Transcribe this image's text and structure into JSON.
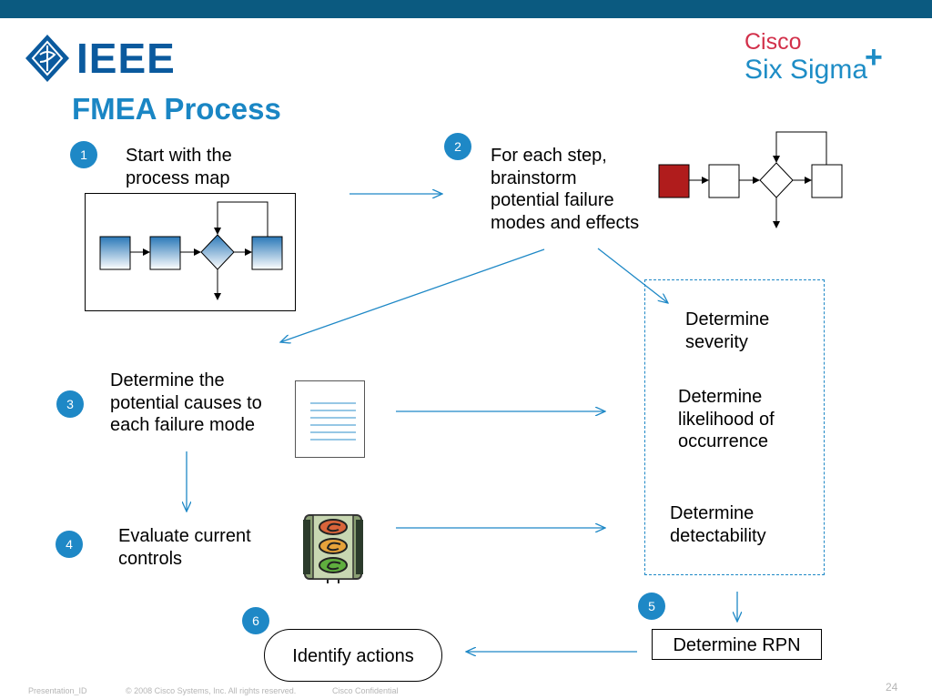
{
  "header": {
    "title": "FMEA Process",
    "logo_left": "IEEE",
    "logo_right_line1": "Cisco",
    "logo_right_line2": "Six Sigma",
    "logo_right_plus": "+"
  },
  "steps": [
    {
      "number": "1",
      "text_lines": [
        "Start with the",
        "process map"
      ]
    },
    {
      "number": "2",
      "text_lines": [
        "For each step,",
        "brainstorm",
        "potential failure",
        "modes and effects"
      ]
    },
    {
      "number": "3",
      "text_lines": [
        "Determine the",
        "potential causes to",
        "each failure mode"
      ]
    },
    {
      "number": "4",
      "text_lines": [
        "Evaluate current",
        "controls"
      ]
    },
    {
      "number": "5",
      "text": "Determine RPN"
    },
    {
      "number": "6",
      "text": "Identify actions"
    }
  ],
  "determine_group": [
    {
      "lines": [
        "Determine",
        "severity"
      ]
    },
    {
      "lines": [
        "Determine",
        "likelihood of",
        "occurrence"
      ]
    },
    {
      "lines": [
        "Determine",
        "detectability"
      ]
    }
  ],
  "footer": {
    "presentation_id": "Presentation_ID",
    "copyright": "© 2008 Cisco Systems, Inc. All rights reserved.",
    "confidential": "Cisco Confidential",
    "page_number": "24"
  },
  "colors": {
    "accent": "#1e88c6",
    "topbar": "#0b5a80",
    "failure_red": "#b01c1c"
  },
  "icons": [
    "ieee-diamond-icon",
    "process-map-icon",
    "failure-process-icon",
    "document-icon",
    "traffic-light-icon"
  ]
}
